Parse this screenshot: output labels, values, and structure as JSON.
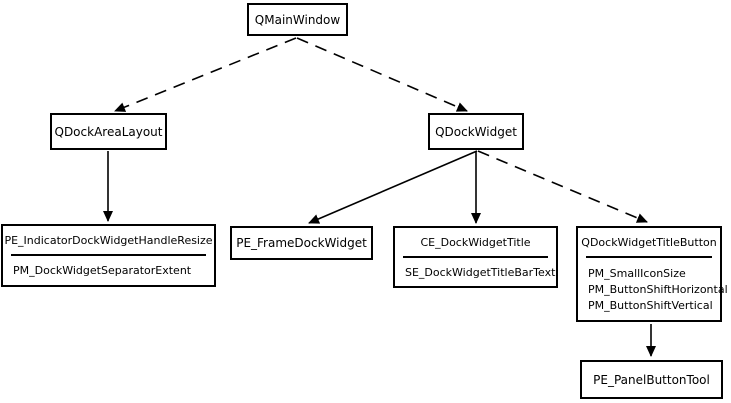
{
  "diagram": {
    "colors": {
      "line": "#000000",
      "text": "#000000",
      "box_background": "#ffffff",
      "page_background": "#ffffff"
    },
    "nodes": {
      "qmainwindow": {
        "label": "QMainWindow"
      },
      "qdockarealayout": {
        "label": "QDockAreaLayout"
      },
      "qdockwidget": {
        "label": "QDockWidget"
      },
      "dock_separator": {
        "title": "PE_IndicatorDockWidgetHandleResize",
        "items": [
          "PM_DockWidgetSeparatorExtent"
        ]
      },
      "frame_dock": {
        "label": "PE_FrameDockWidget"
      },
      "dock_title": {
        "title": "CE_DockWidgetTitle",
        "items": [
          "SE_DockWidgetTitleBarText"
        ]
      },
      "title_button": {
        "title": "QDockWidgetTitleButton",
        "items": [
          "PM_SmallIconSize",
          "PM_ButtonShiftHorizontal",
          "PM_ButtonShiftVertical"
        ]
      },
      "panel_button": {
        "label": "PE_PanelButtonTool"
      }
    },
    "edges": [
      {
        "from": "QMainWindow",
        "to": "QDockAreaLayout",
        "style": "dashed"
      },
      {
        "from": "QMainWindow",
        "to": "QDockWidget",
        "style": "dashed"
      },
      {
        "from": "QDockAreaLayout",
        "to": "PE_IndicatorDockWidgetHandleResize",
        "style": "solid"
      },
      {
        "from": "QDockWidget",
        "to": "PE_FrameDockWidget",
        "style": "solid"
      },
      {
        "from": "QDockWidget",
        "to": "CE_DockWidgetTitle",
        "style": "solid"
      },
      {
        "from": "QDockWidget",
        "to": "QDockWidgetTitleButton",
        "style": "dashed"
      },
      {
        "from": "QDockWidgetTitleButton",
        "to": "PE_PanelButtonTool",
        "style": "solid"
      }
    ]
  }
}
